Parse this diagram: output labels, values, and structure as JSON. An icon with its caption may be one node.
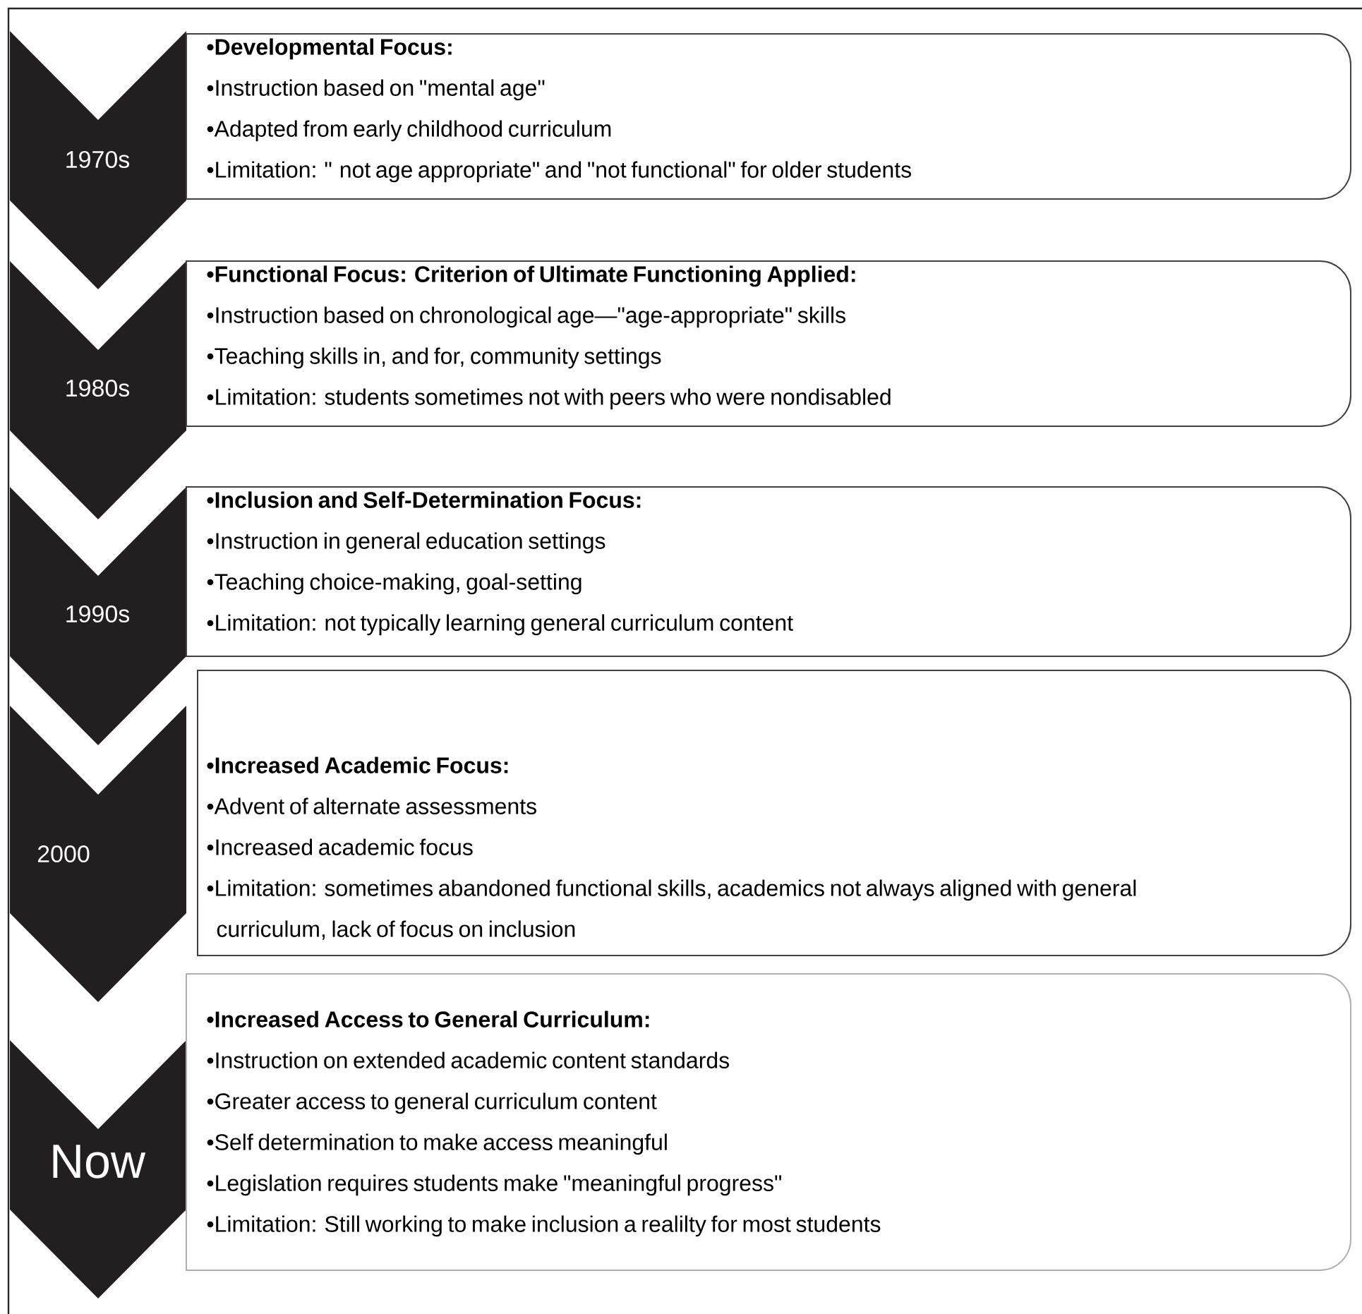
{
  "diagram": {
    "nodes": [
      {
        "text": [
          "1970s"
        ]
      },
      {
        "text": [
          "•Developmental Focus:",
          "•Instruction based on \"mental age\"",
          "•Adapted from early childhood curriculum",
          "•Limitation: \" not age appropriate\" and \"not functional\" for older students"
        ]
      },
      {
        "text": [
          "1980s"
        ]
      },
      {
        "text": [
          "•Functional Focus: Criterion of Ultimate Functioning Applied:",
          "•Instruction based on chronological age—\"age-appropriate\" skills",
          "•Teaching skills in, and for, community settings",
          "•Limitation: students sometimes not with peers who were nondisabled"
        ]
      },
      {
        "text": [
          "1990s"
        ]
      },
      {
        "text": [
          "•Inclusion and Self-Determination Focus:",
          "•Instruction in general education settings",
          "•Teaching choice-making, goal-setting",
          "•Limitation: not typically learning general curriculum content"
        ]
      },
      {
        "text": [
          "2000"
        ]
      },
      {
        "text": [
          "•Increased Academic Focus:",
          "•Advent of alternate assessments",
          "•Increased academic focus",
          "•Limitation: sometimes abandoned functional skills, academics not always aligned with general curriculum, lack of focus on inclusion"
        ]
      },
      {
        "text": [
          "Now"
        ]
      },
      {
        "text": [
          "•Increased Access to General Curriculum:",
          "•Instruction on extended academic content standards",
          "•Greater access to general curriculum content",
          "•Self determination to make access meaningful",
          "•Legislation requires students make \"meaningful progress\"",
          "•Limitation: Still working to make inclusion a realilty for most students"
        ]
      }
    ]
  }
}
